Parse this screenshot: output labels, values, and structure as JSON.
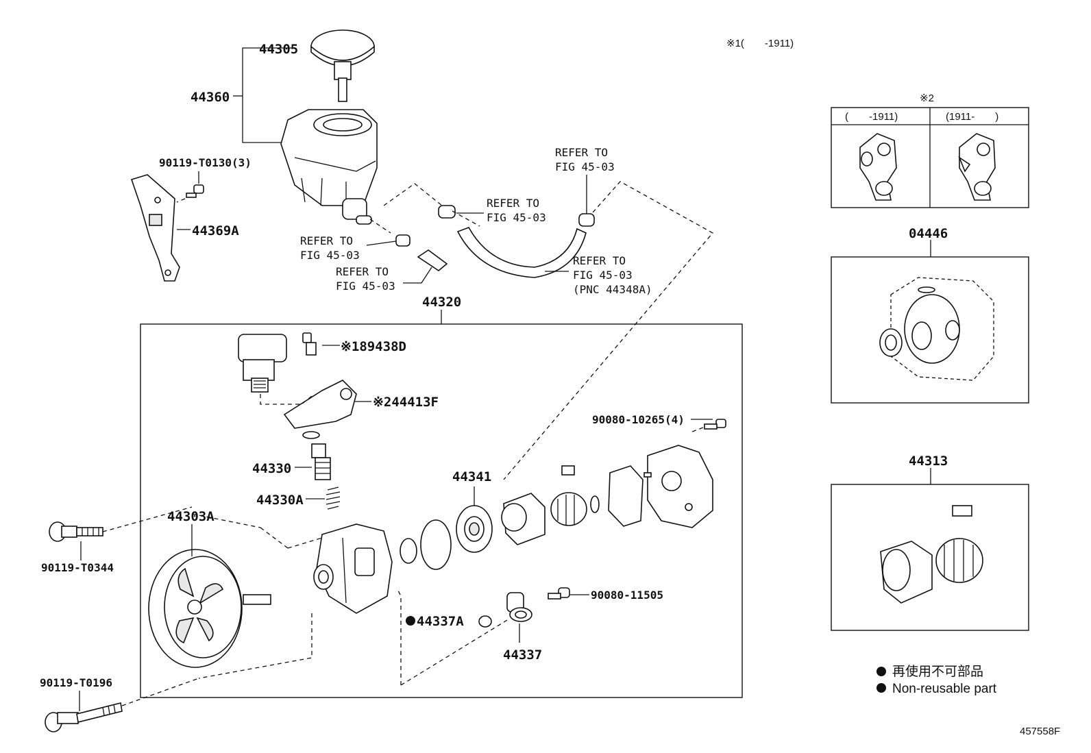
{
  "figure": {
    "note_range_1": "※1(　　-1911)",
    "note_2": "※2",
    "col_left": "(　　-1911)",
    "col_right": "(1911-　　)",
    "figure_code": "457558F"
  },
  "labels": {
    "p44305": "44305",
    "p44360": "44360",
    "p90119_T0130": "90119-T0130(3)",
    "p44369A": "44369A",
    "ref_hose_top_1": "REFER TO",
    "ref_hose_top_2": "FIG 45-03",
    "ref_clip_mid_1": "REFER TO",
    "ref_clip_mid_2": "FIG 45-03",
    "ref_clip_left_1": "REFER TO",
    "ref_clip_left_2": "FIG 45-03",
    "ref_hose_left_1": "REFER TO",
    "ref_hose_left_2": "FIG 45-03",
    "ref_hose_right_1": "REFER TO",
    "ref_hose_right_2": "FIG 45-03",
    "ref_hose_right_3": "(PNC 44348A)",
    "p44320": "44320",
    "p89438D": "※189438D",
    "p44413F": "※244413F",
    "p90080_10265": "90080-10265(4)",
    "p44330": "44330",
    "p44330A": "44330A",
    "p44341": "44341",
    "p44303A": "44303A",
    "p90119_T0344": "90119-T0344",
    "p90080_11505": "90080-11505",
    "p44337A": "44337A",
    "p44337": "44337",
    "p90119_T0196": "90119-T0196",
    "p04446": "04446",
    "p44313": "44313"
  },
  "legend": {
    "jp": "再使用不可部品",
    "en": "Non-reusable part"
  },
  "icons": {
    "bullet": "filled-circle-bullet"
  },
  "colors": {
    "ink": "#111111",
    "paper": "#ffffff"
  }
}
